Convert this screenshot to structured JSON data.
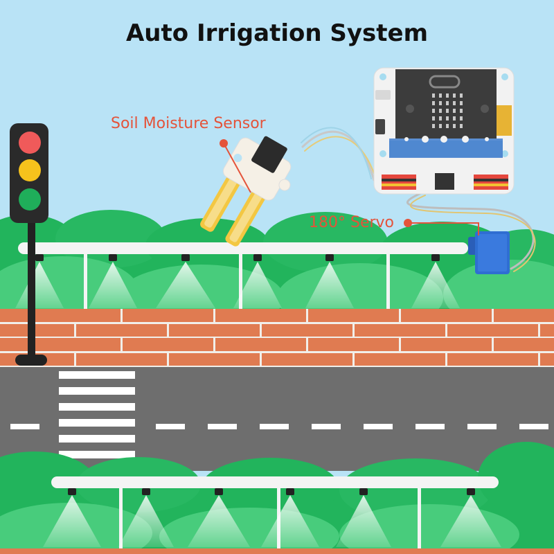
{
  "title": "Auto Irrigation System",
  "labels": {
    "soil_moisture_sensor": "Soil Moisture Sensor",
    "servo": "180° Servo"
  },
  "colors": {
    "sky": "#b9e3f6",
    "bush_dark": "#22b45c",
    "bush_light": "#41c873",
    "brick": "#e07b51",
    "mortar": "#f1efea",
    "road": "#6e6e6e",
    "pipe": "#f4f4f4",
    "label_red": "#e4533a",
    "servo_blue": "#2f6ed2",
    "sensor_yellow": "#f3c742"
  },
  "icons": [
    "traffic-light-icon",
    "microbit-board-icon",
    "soil-moisture-sensor-icon",
    "servo-icon",
    "sprinkler-icon"
  ]
}
